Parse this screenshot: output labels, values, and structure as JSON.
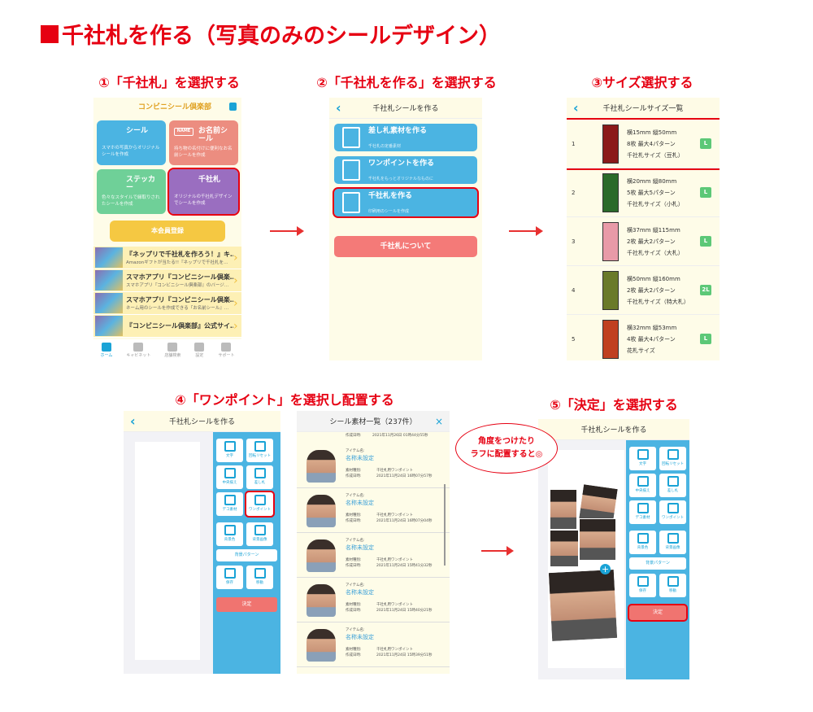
{
  "title": "千社札を作る（写真のみのシールデザイン）",
  "steps": {
    "s1": "①「千社札」を選択する",
    "s2": "②「千社札を作る」を選択する",
    "s3": "③サイズ選択する",
    "s4": "④「ワンポイント」を選択し配置する",
    "s5": "⑤「決定」を選択する"
  },
  "accent": "#e60012",
  "home": {
    "logo": "コンビニシール倶楽部",
    "tiles": [
      {
        "label": "シール",
        "desc": "スマホの写真からオリジナルシールを作成",
        "color": "#4bb4e2"
      },
      {
        "label": "お名前シール",
        "icon_text": "NAME",
        "desc": "持ち物の名付けに便利なお名前シールを作成",
        "color": "#ec8d80"
      },
      {
        "label": "ステッカー",
        "desc": "色々なスタイルで縁取りされたシールを作成",
        "color": "#6fd098"
      },
      {
        "label": "千社札",
        "desc": "オリジナルの千社札デザインでシールを作成",
        "color": "#9a6ec0"
      }
    ],
    "register": "本会員登録",
    "news": [
      {
        "title": "『ネップリで千社札を作ろう！』キ…",
        "sub": "Amazonギフトが当たる!!『ネップリで千社札を…"
      },
      {
        "title": "スマホアプリ『コンビニシール倶楽…",
        "sub": "スマホアプリ『コンビニシール倶楽部』のバージ…"
      },
      {
        "title": "スマホアプリ『コンビニシール倶楽…",
        "sub": "ネーム用のシールを作成できる『お名前シール』…"
      },
      {
        "title": "『コンビニシール倶楽部』公式サイ…",
        "sub": ""
      }
    ],
    "tabs": [
      "ホーム",
      "キャビネット",
      "店舗検索",
      "設定",
      "サポート"
    ]
  },
  "menu": {
    "header": "千社札シールを作る",
    "items": [
      {
        "label": "差し札素材を作る",
        "sub": "千社札の定番素材"
      },
      {
        "label": "ワンポイントを作る",
        "sub": "千社札をもっとオリジナルなものに"
      },
      {
        "label": "千社札を作る",
        "sub": "印刷用のシールを作成"
      }
    ],
    "about": "千社札について"
  },
  "sizes": {
    "header": "千社札シールサイズ一覧",
    "rows": [
      {
        "no": "1",
        "w": "15",
        "h": "50",
        "dim": "横15mm 縦50mm",
        "count": "8枚 最大4パターン",
        "name": "千社札サイズ（豆札）",
        "paper": "L"
      },
      {
        "no": "2",
        "w": "20",
        "h": "80",
        "dim": "横20mm 縦80mm",
        "count": "5枚 最大5パターン",
        "name": "千社札サイズ（小札）",
        "paper": "L"
      },
      {
        "no": "3",
        "w": "37",
        "h": "115",
        "dim": "横37mm 縦115mm",
        "count": "2枚 最大2パターン",
        "name": "千社札サイズ（大札）",
        "paper": "L"
      },
      {
        "no": "4",
        "w": "50",
        "h": "160",
        "dim": "横50mm 縦160mm",
        "count": "2枚 最大2パターン",
        "name": "千社札サイズ（特大札）",
        "paper": "2L"
      },
      {
        "no": "5",
        "w": "32",
        "h": "53",
        "dim": "横32mm 縦53mm",
        "count": "4枚 最大4パターン",
        "name": "花札サイズ",
        "paper": "L"
      }
    ]
  },
  "editor": {
    "header": "千社札シールを作る",
    "tools": [
      "文字",
      "回転リセット",
      "中央揃え",
      "差し札",
      "デコ素材",
      "ワンポイント",
      "背景色",
      "背景画像"
    ],
    "bg_pattern": "背景パターン",
    "tools2": [
      "保存",
      "移動"
    ],
    "confirm": "決定"
  },
  "list": {
    "header": "シール素材一覧（237件）",
    "item_label": "アイテム名:",
    "type_label": "素材種別:",
    "date_label": "作成日時:",
    "top_date": "2021年11月26日 01時44分55秒",
    "items": [
      {
        "name": "名称未設定",
        "type": "千社札用ワンポイント",
        "date": "2021年11月24日 16時07分57秒"
      },
      {
        "name": "名称未設定",
        "type": "千社札用ワンポイント",
        "date": "2021年11月24日 16時07分04秒"
      },
      {
        "name": "名称未設定",
        "type": "千社札用ワンポイント",
        "date": "2021年11月24日 15時41分32秒"
      },
      {
        "name": "名称未設定",
        "type": "千社札用ワンポイント",
        "date": "2021年11月24日 15時40分21秒"
      },
      {
        "name": "名称未設定",
        "type": "千社札用ワンポイント",
        "date": "2021年11月24日 15時39分51秒"
      }
    ]
  },
  "bubble": {
    "line1": "角度をつけたり",
    "line2": "ラフに配置すると◎"
  }
}
